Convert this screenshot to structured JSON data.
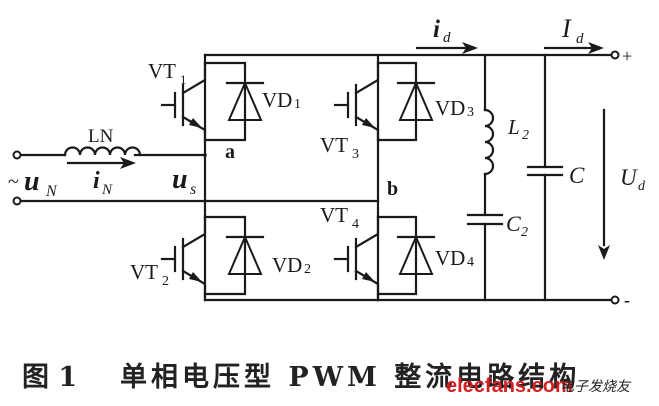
{
  "figure": {
    "caption_number": "图 1",
    "caption_text": "单相电压型 PWM 整流电路结构"
  },
  "labels": {
    "source_prefix": "~",
    "source_voltage": "u",
    "source_voltage_sub": "N",
    "line_inductor": "LN",
    "line_current": "i",
    "line_current_sub": "N",
    "bridge_voltage": "u",
    "bridge_voltage_sub": "s",
    "node_a": "a",
    "node_b": "b",
    "vt1": "VT",
    "vt1_sub": "1",
    "vt2": "VT",
    "vt2_sub": "2",
    "vt3": "VT",
    "vt3_sub": "3",
    "vt4": "VT",
    "vt4_sub": "4",
    "vd1": "VD",
    "vd1_sub": "1",
    "vd2": "VD",
    "vd2_sub": "2",
    "vd3": "VD",
    "vd3_sub": "3",
    "vd4": "VD",
    "vd4_sub": "4",
    "dc_current": "i",
    "dc_current_sub": "d",
    "load_current": "I",
    "load_current_sub": "d",
    "filter_inductor": "L",
    "filter_inductor_sub": "2",
    "filter_capacitor": "C",
    "filter_capacitor_sub": "2",
    "dc_capacitor": "C",
    "dc_voltage": "U",
    "dc_voltage_sub": "d",
    "terminal_plus": "+",
    "terminal_minus": "-"
  },
  "watermark": {
    "site": "elecfans.com",
    "cn": "电子发烧友",
    "color": "#d42020"
  }
}
